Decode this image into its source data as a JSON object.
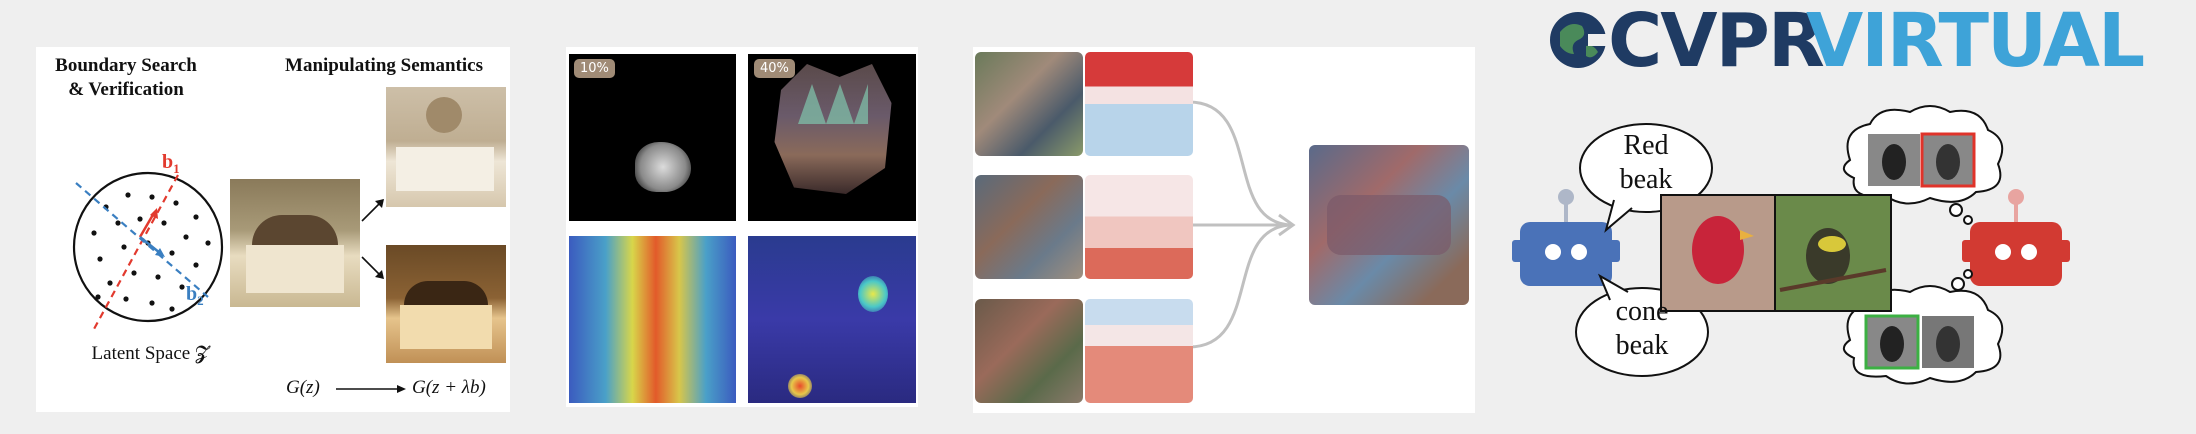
{
  "panel1": {
    "boundary_title_1": "Boundary Search",
    "boundary_title_2": "& Verification",
    "manip_title": "Manipulating Semantics",
    "b1_label": "b",
    "b1_sub": "1",
    "b2_label": "b",
    "b2_sub": "2",
    "latent_label": "Latent Space 𝓩",
    "formula_left": "G(z)",
    "formula_right": "G(z + λb)",
    "colors": {
      "b1": "#e23a2e",
      "b2": "#3a7fc1"
    }
  },
  "panel2": {
    "badge_1": "10%",
    "badge_2": "40%"
  },
  "logo": {
    "text_cvpr": "CVPR",
    "text_virtual": "VIRTUAL",
    "colors": {
      "cvpr": "#1f3b63",
      "virtual": "#3ea3d8"
    }
  },
  "panel4": {
    "bubble_top_1": "Red",
    "bubble_top_2": "beak",
    "bubble_bottom_1": "cone",
    "bubble_bottom_2": "beak",
    "colors": {
      "robot_left": "#4a72b8",
      "robot_right": "#d23a32",
      "highlight_red": "#e0332a",
      "highlight_green": "#3cb043"
    }
  }
}
